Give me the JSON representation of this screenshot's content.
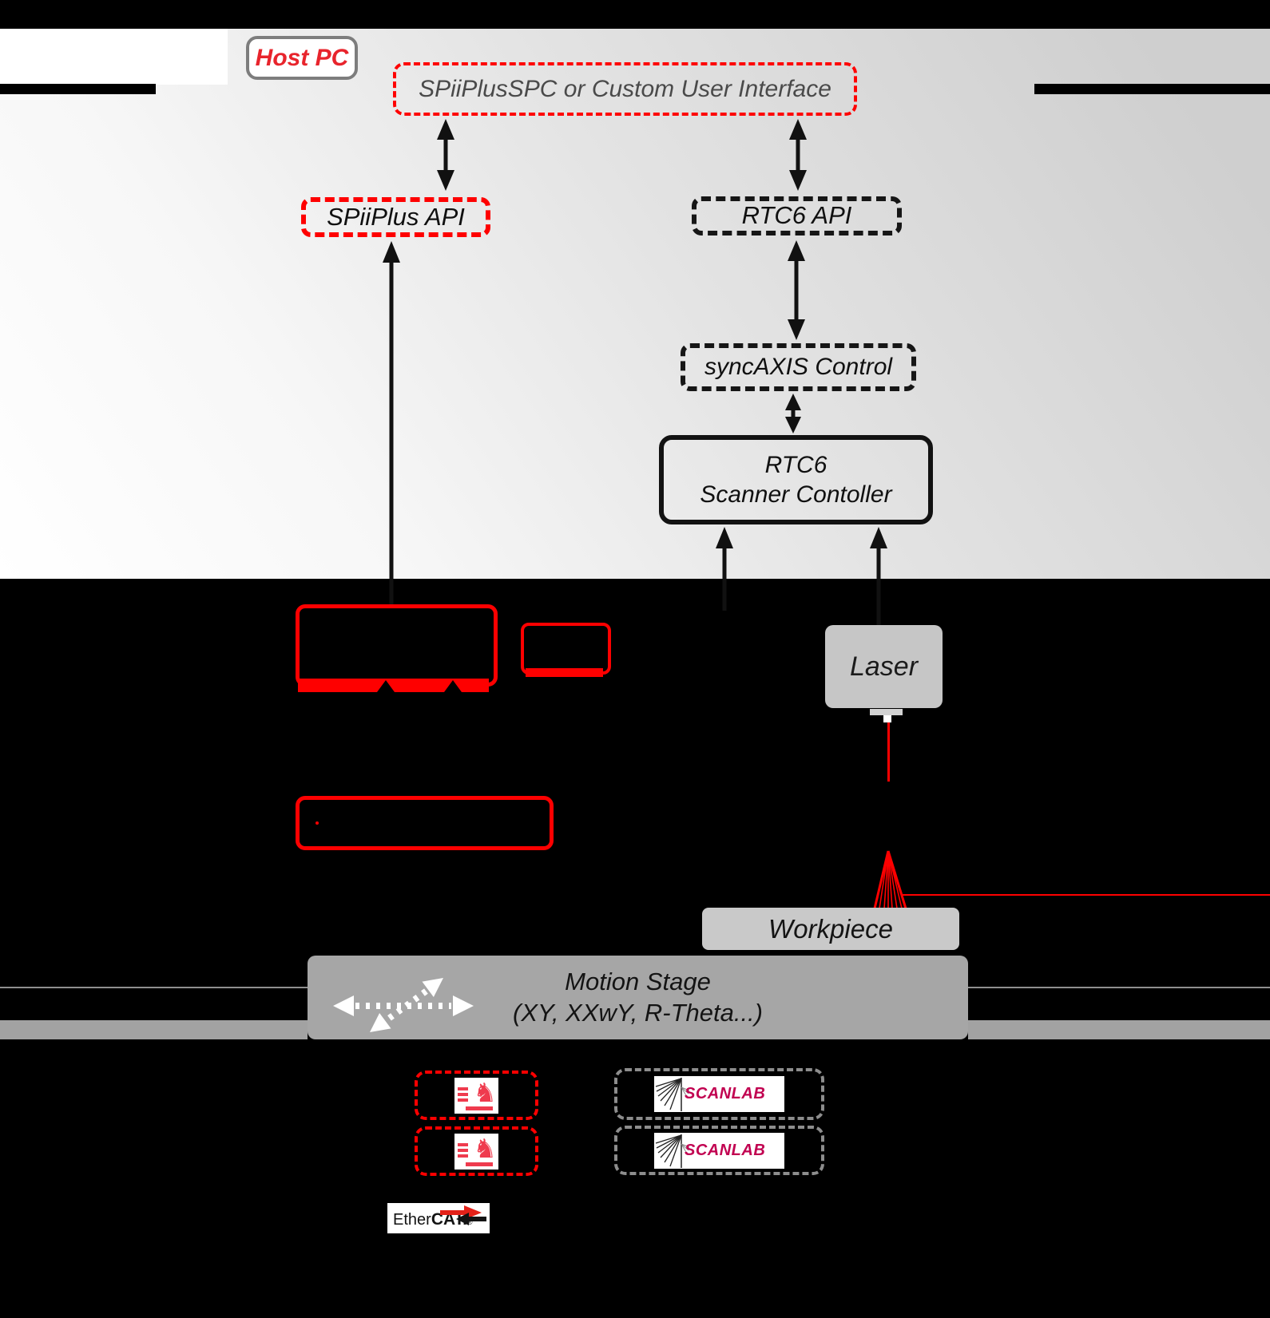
{
  "host_panel": {
    "host_pc_label": "Host PC",
    "user_interface_label": "SPiiPlusSPC or Custom User Interface",
    "spiiplus_api_label": "SPiiPlus API",
    "rtc6_api_label": "RTC6 API",
    "syncaxis_label": "syncAXIS Control",
    "rtc6_scanner_line1": "RTC6",
    "rtc6_scanner_line2": "Scanner Contoller"
  },
  "hardware": {
    "laser_label": "Laser",
    "workpiece_label": "Workpiece",
    "motion_stage_line1": "Motion Stage",
    "motion_stage_line2": "(XY, XXwY, R-Theta...)"
  },
  "logos": {
    "scanlab_text": "SCANLAB",
    "ethercat_text_regular": "Ether",
    "ethercat_text_bold": "CAT.",
    "ethercat_registered": "®",
    "acs_knight_glyph": "♞"
  },
  "colors": {
    "accent_red": "#fe0000",
    "host_pc_red": "#e8242c",
    "scanlab_magenta": "#c10050",
    "ethercat_red": "#e32119",
    "box_dark": "#141414",
    "panel_gray": "#cfcfcf",
    "panel_white": "#ffffff",
    "laser_gray": "#c6c6c6",
    "motion_gray": "#a6a6a6"
  }
}
